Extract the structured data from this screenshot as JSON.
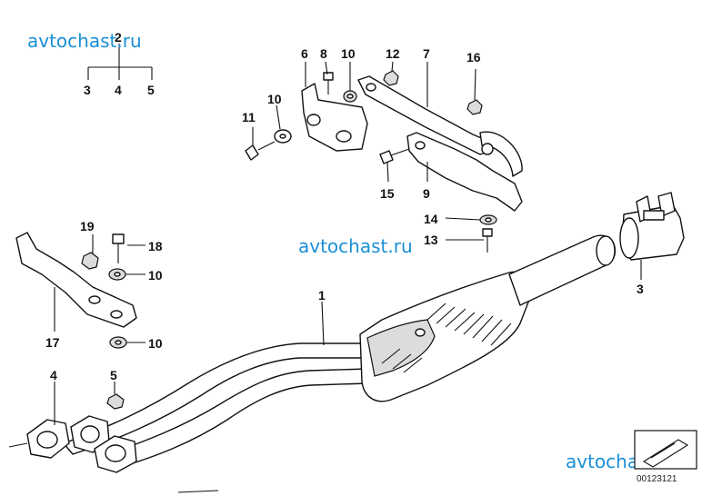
{
  "watermarks": [
    "avtochast.ru",
    "avtochast.ru",
    "avtochast.ru"
  ],
  "callouts": {
    "c1": "1",
    "c2": "2",
    "c3_top": "3",
    "c4_top": "4",
    "c5_top": "5",
    "c6": "6",
    "c7": "7",
    "c8": "8",
    "c9": "9",
    "c10_a": "10",
    "c10_b": "10",
    "c10_c": "10",
    "c10_d": "10",
    "c11": "11",
    "c12": "12",
    "c13": "13",
    "c14": "14",
    "c15": "15",
    "c16": "16",
    "c17": "17",
    "c18": "18",
    "c19": "19",
    "c3_clamp": "3",
    "c4_flange": "4",
    "c5_nut": "5"
  },
  "reference_number": "00123121"
}
